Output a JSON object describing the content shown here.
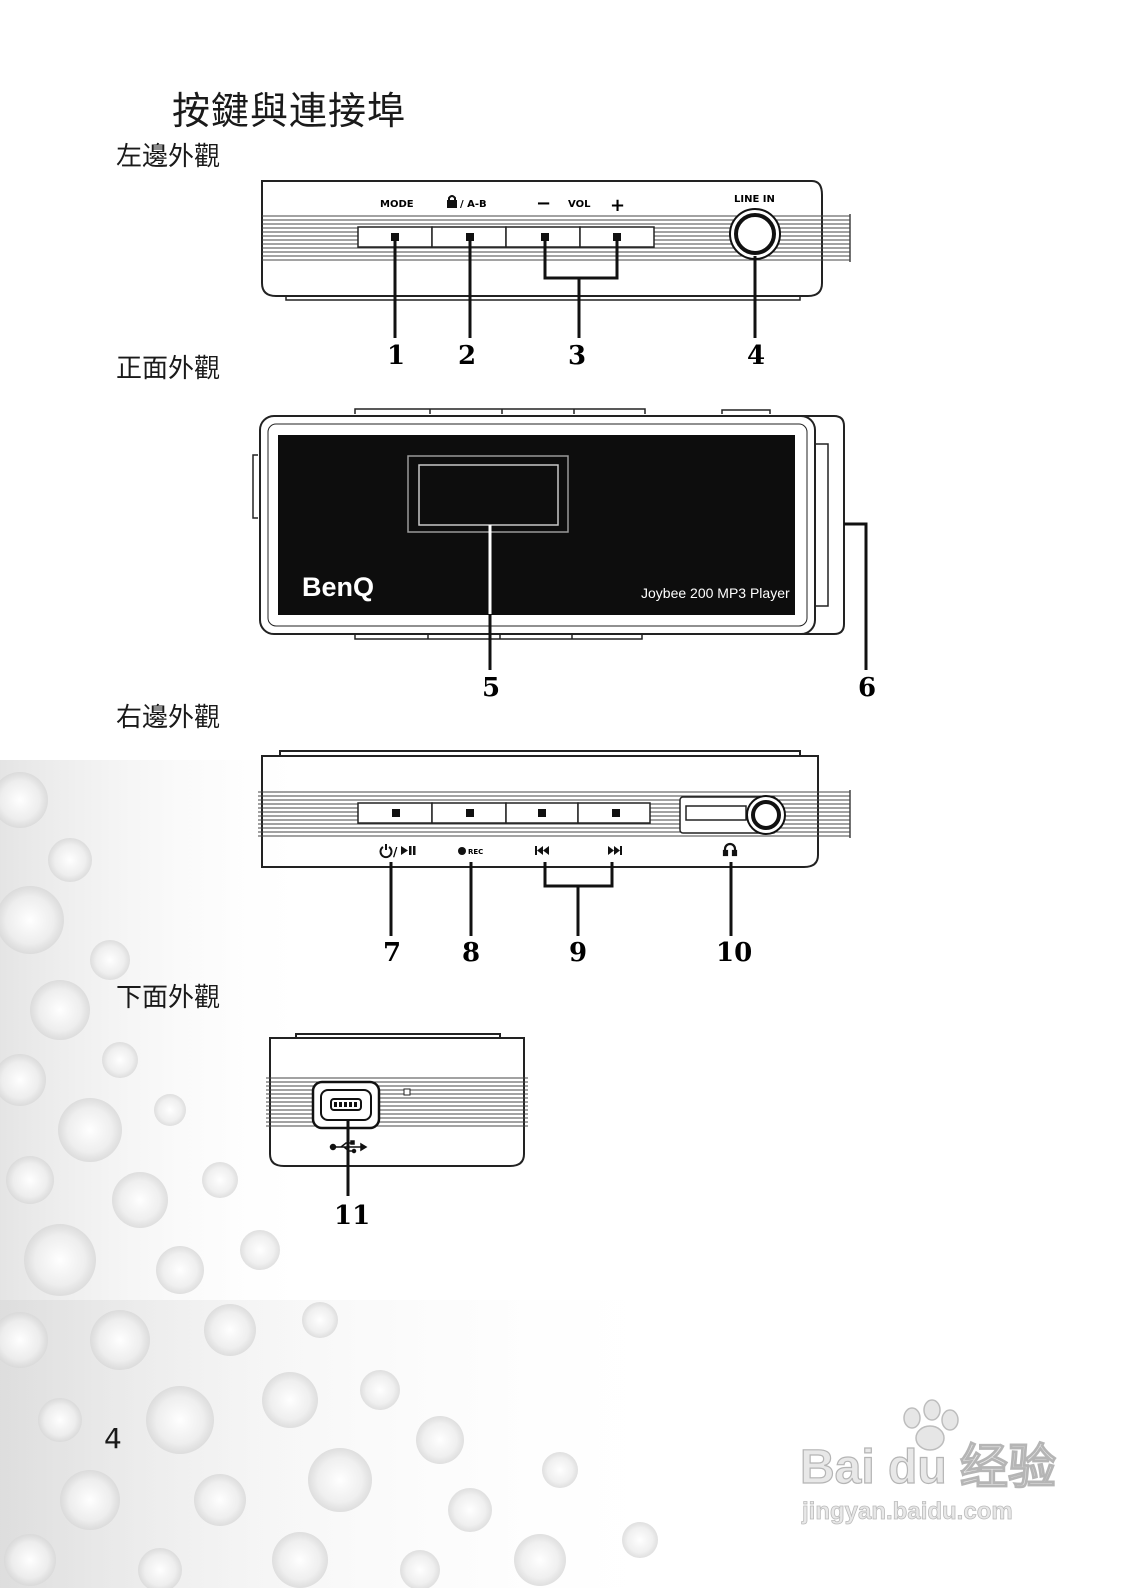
{
  "page": {
    "title": "按鍵與連接埠",
    "page_number": "4"
  },
  "sections": {
    "left_view": "左邊外觀",
    "front_view": "正面外觀",
    "right_view": "右邊外觀",
    "bottom_view": "下面外觀"
  },
  "left_panel": {
    "mode_label": "MODE",
    "ab_label": "/ A-B",
    "vol_minus": "−",
    "vol_label": "VOL",
    "vol_plus": "+",
    "line_in_label": "LINE IN",
    "callouts": [
      "1",
      "2",
      "3",
      "4"
    ]
  },
  "front_panel": {
    "brand": "BenQ",
    "model": "Joybee 200 MP3 Player",
    "callouts": [
      "5",
      "6"
    ]
  },
  "right_panel": {
    "rec_label": "REC",
    "callouts": [
      "7",
      "8",
      "9",
      "10"
    ]
  },
  "bottom_panel": {
    "callouts": [
      "11"
    ]
  },
  "watermark": {
    "brand_text": "Bai du 经验",
    "url": "jingyan.baidu.com"
  }
}
